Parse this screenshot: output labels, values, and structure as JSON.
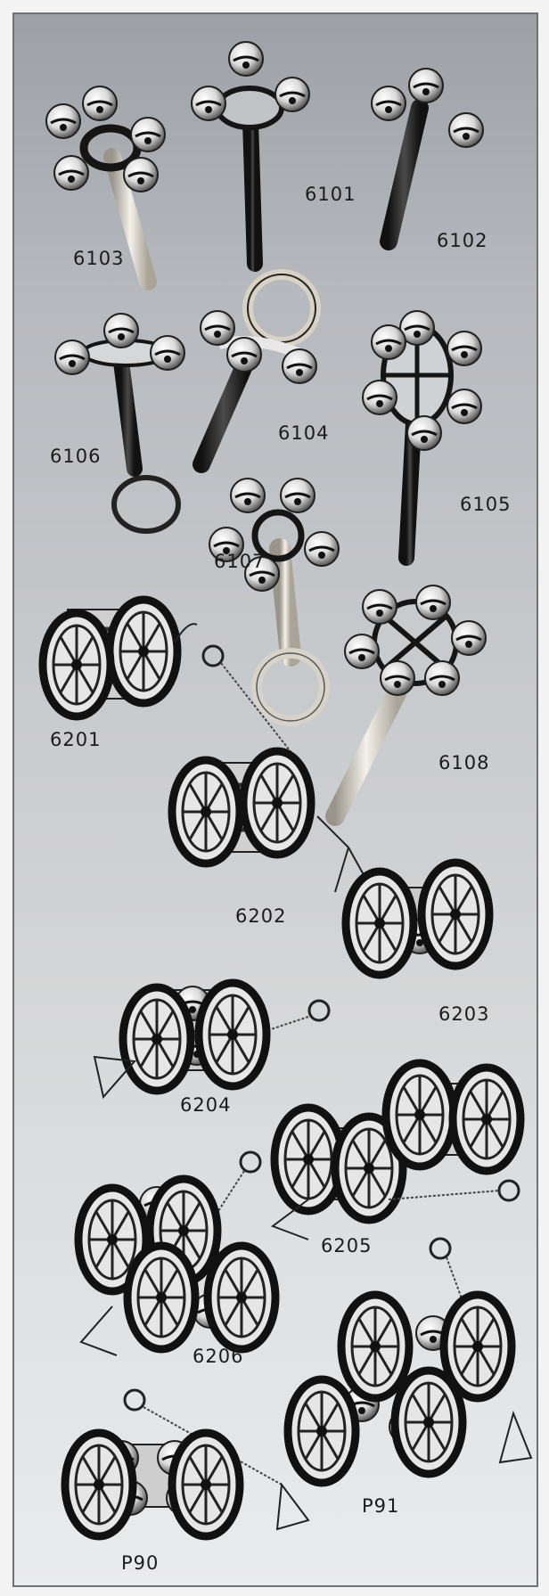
{
  "catalog": {
    "items": [
      {
        "code": "6103"
      },
      {
        "code": "6101"
      },
      {
        "code": "6102"
      },
      {
        "code": "6106"
      },
      {
        "code": "6104"
      },
      {
        "code": "6105"
      },
      {
        "code": "6107"
      },
      {
        "code": "6108"
      },
      {
        "code": "6201"
      },
      {
        "code": "6202"
      },
      {
        "code": "6203"
      },
      {
        "code": "6204"
      },
      {
        "code": "6205"
      },
      {
        "code": "6206"
      },
      {
        "code": "P91"
      },
      {
        "code": "P90"
      }
    ]
  },
  "colors": {
    "plate_top": "#9da1a6",
    "plate_bottom": "#eaebec",
    "bell": "#e7e7e7",
    "dark_wood": "#2b2b2b",
    "light_wood": "#e8e4da",
    "label": "#1b1b1b"
  }
}
